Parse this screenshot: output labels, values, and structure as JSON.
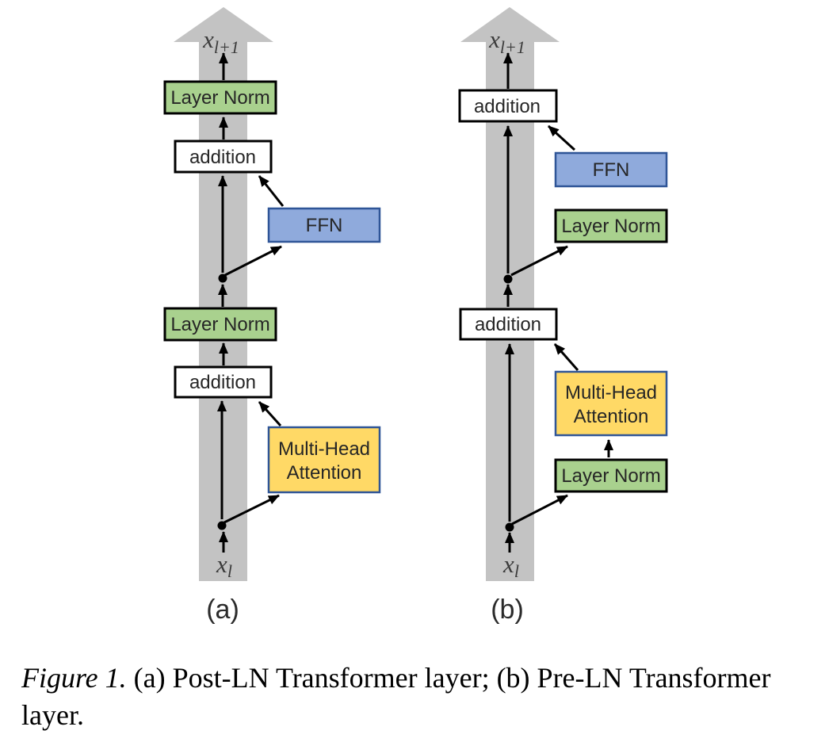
{
  "colors": {
    "band": "#c3c3c3",
    "layer_norm_fill": "#a9d18e",
    "layer_norm_border": "#000000",
    "addition_fill": "#ffffff",
    "addition_border": "#000000",
    "ffn_fill": "#8faadc",
    "ffn_border": "#2f5597",
    "attention_fill": "#ffd966",
    "attention_border": "#2f5597",
    "arrow": "#000000"
  },
  "diagram_a": {
    "sublabel": "(a)",
    "output_var": "x",
    "output_sub": "l+1",
    "input_var": "x",
    "input_sub": "l",
    "layer_norm_top": "Layer Norm",
    "addition_top": "addition",
    "ffn": "FFN",
    "layer_norm_bottom": "Layer Norm",
    "addition_bottom": "addition",
    "attention_line1": "Multi-Head",
    "attention_line2": "Attention"
  },
  "diagram_b": {
    "sublabel": "(b)",
    "output_var": "x",
    "output_sub": "l+1",
    "input_var": "x",
    "input_sub": "l",
    "addition_top": "addition",
    "ffn": "FFN",
    "layer_norm_upper": "Layer Norm",
    "addition_mid": "addition",
    "attention_line1": "Multi-Head",
    "attention_line2": "Attention",
    "layer_norm_lower": "Layer Norm"
  },
  "caption": {
    "figure_label": "Figure 1.",
    "line1_rest": "(a) Post-LN Transformer layer; (b) Pre-LN Transformer",
    "line2": "layer."
  }
}
